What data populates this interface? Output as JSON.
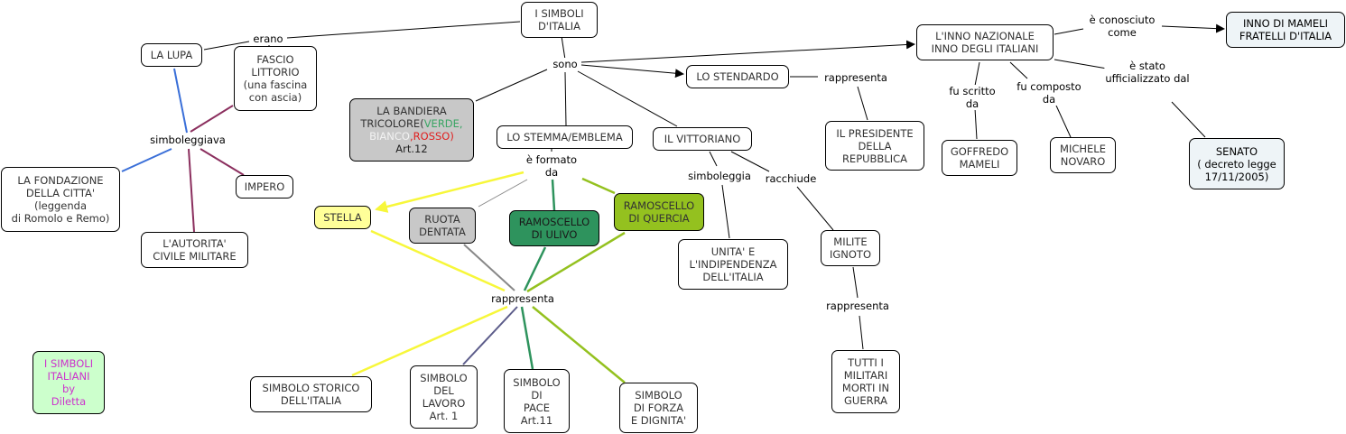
{
  "title": "I SIMBOLI D'ITALIA",
  "colors": {
    "blue_link": "#3a6fd8",
    "purple_link": "#8b2f5e",
    "yellow_link": "#f7f73a",
    "gray_link": "#888888",
    "dkgreen_link": "#2e935d",
    "ltgreen_link": "#94c11f",
    "slate_link": "#5c5c8a",
    "black_link": "#000000"
  },
  "nodes": {
    "root": "I SIMBOLI\nD'ITALIA",
    "la_lupa": "LA LUPA",
    "fascio": "FASCIO\nLITTORIO\n(una fascina\ncon ascia)",
    "fondazione": "LA FONDAZIONE\nDELLA CITTA'\n(leggenda\ndi Romolo e Remo)",
    "impero": "IMPERO",
    "autorita": "L'AUTORITA'\nCIVILE MILITARE",
    "bandiera": {
      "line1": "LA BANDIERA",
      "line2a": "TRICOLORE(",
      "verde": "VERDE,",
      "bianco": "BIANCO",
      "rosso": ",ROSSO)",
      "art": "Art.12"
    },
    "stemma": "LO STEMMA/EMBLEMA",
    "vittoriano": "IL VITTORIANO",
    "stendardo": "LO STENDARDO",
    "inno": "L'INNO NAZIONALE\nINNO DEGLI ITALIANI",
    "inno_mameli": "INNO DI MAMELI\nFRATELLI D'ITALIA",
    "presidente": "IL PRESIDENTE\nDELLA\nREPUBBLICA",
    "goffredo": "GOFFREDO\nMAMELI",
    "michele": "MICHELE\nNOVARO",
    "senato": "SENATO\n( decreto legge\n17/11/2005)",
    "stella": "STELLA",
    "ruota": "RUOTA\nDENTATA",
    "ulivo": "RAMOSCELLO\nDI ULIVO",
    "quercia": "RAMOSCELLO\nDI QUERCIA",
    "unita": "UNITA' E\nL'INDIPENDENZA\nDELL'ITALIA",
    "milite": "MILITE\nIGNOTO",
    "tutti": "TUTTI I\nMILITARI\nMORTI IN\nGUERRA",
    "storico": "SIMBOLO STORICO\nDELL'ITALIA",
    "lavoro": "SIMBOLO\nDEL\nLAVORO\nArt. 1",
    "pace": "SIMBOLO\nDI\nPACE\nArt.11",
    "forza": "SIMBOLO\nDI FORZA\nE DIGNITA'",
    "credit": "I SIMBOLI\nITALIANI\nby\nDiletta"
  },
  "labels": {
    "erano": "erano",
    "simboleggiava": "simboleggiava",
    "sono": "sono",
    "rappresenta_stendardo": "rappresenta",
    "conosciuto": "è conosciuto\ncome",
    "ufficializzato": "è stato\nufficializzato dal",
    "scritto": "fu scritto\nda",
    "composto": "fu composto\nda",
    "formato": "è formato\nda",
    "simboleggia": "simboleggia",
    "racchiude": "racchiude",
    "rappresenta_milite": "rappresenta",
    "rappresenta_stemma": "rappresenta"
  }
}
